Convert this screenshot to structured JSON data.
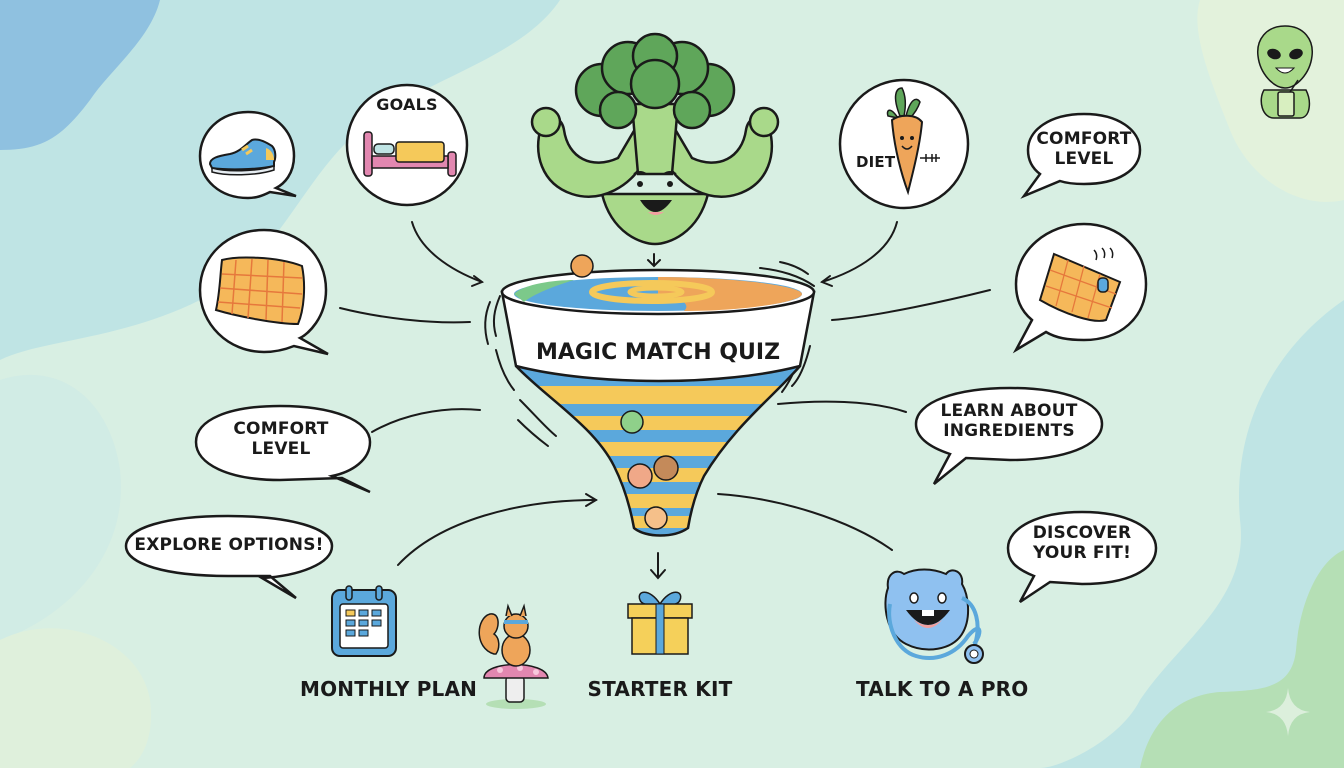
{
  "diagram": {
    "title": "MAGIC MATCH QUIZ",
    "type": "funnel",
    "colors": {
      "background": "#d8efe3",
      "blob_blue": "#8fc1e0",
      "blob_teal": "#bfe4e4",
      "blob_green": "#b5dfb5",
      "funnel_blue": "#5ba8dc",
      "funnel_yellow": "#f5c95a",
      "funnel_orange": "#eea55a",
      "broccoli_green": "#a9d98a",
      "ink": "#1a1a1a"
    },
    "mascot": {
      "top": {
        "name": "broccoli",
        "description": "Flexing broccoli character"
      },
      "corner": {
        "name": "alien",
        "description": "Alien holding a drink"
      },
      "squirrel": {
        "name": "squirrel",
        "description": "Squirrel with headband on mushroom"
      }
    },
    "inputs": [
      {
        "id": "shoe",
        "label": "",
        "icon": "sneaker-icon",
        "shape": "speech-bubble"
      },
      {
        "id": "goals",
        "label": "GOALS",
        "icon": "bed-icon",
        "shape": "circle"
      },
      {
        "id": "pillow",
        "label": "",
        "icon": "pillow-icon",
        "shape": "speech-bubble"
      },
      {
        "id": "diet",
        "label": "DIET",
        "icon": "carrot-icon",
        "shape": "circle"
      },
      {
        "id": "comfort_top",
        "label_line1": "COMFORT",
        "label_line2": "LEVEL",
        "shape": "speech-bubble"
      },
      {
        "id": "pad",
        "label": "",
        "icon": "heated-pad-icon",
        "shape": "speech-bubble"
      },
      {
        "id": "comfort_left",
        "label_line1": "COMFORT",
        "label_line2": "LEVEL",
        "shape": "speech-bubble"
      },
      {
        "id": "explore",
        "label": "EXPLORE OPTIONS!",
        "shape": "speech-bubble"
      },
      {
        "id": "learn",
        "label_line1": "LEARN ABOUT",
        "label_line2": "INGREDIENTS",
        "shape": "speech-bubble"
      },
      {
        "id": "discover",
        "label_line1": "DISCOVER",
        "label_line2": "YOUR FIT!",
        "shape": "speech-bubble"
      }
    ],
    "outputs": [
      {
        "id": "monthly_plan",
        "label": "MONTHLY PLAN",
        "icon": "calendar-icon"
      },
      {
        "id": "starter_kit",
        "label": "STARTER KIT",
        "icon": "gift-icon"
      },
      {
        "id": "talk_to_pro",
        "label": "TALK TO A PRO",
        "icon": "doctor-mascot-icon"
      }
    ]
  }
}
